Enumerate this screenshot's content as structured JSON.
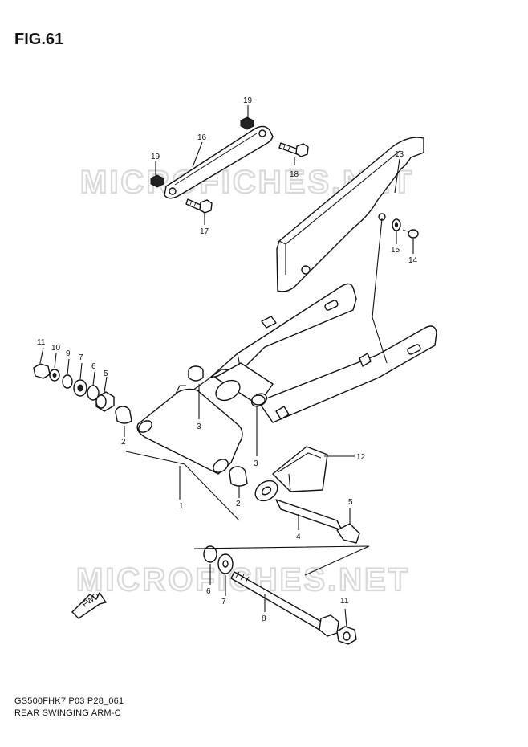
{
  "figure": {
    "title": "FIG.61",
    "code": "GS500FHK7 P03 P28_061",
    "name": "REAR SWINGING ARM-C"
  },
  "watermark": {
    "text": "MICROFICHES.NET"
  },
  "fwd_marker": {
    "text": "FWD"
  },
  "callouts": [
    {
      "id": "c1",
      "label": "1"
    },
    {
      "id": "c2a",
      "label": "2"
    },
    {
      "id": "c2b",
      "label": "2"
    },
    {
      "id": "c3a",
      "label": "3"
    },
    {
      "id": "c3b",
      "label": "3"
    },
    {
      "id": "c4",
      "label": "4"
    },
    {
      "id": "c5a",
      "label": "5"
    },
    {
      "id": "c5b",
      "label": "5"
    },
    {
      "id": "c6a",
      "label": "6"
    },
    {
      "id": "c6b",
      "label": "6"
    },
    {
      "id": "c7a",
      "label": "7"
    },
    {
      "id": "c7b",
      "label": "7"
    },
    {
      "id": "c8",
      "label": "8"
    },
    {
      "id": "c9",
      "label": "9"
    },
    {
      "id": "c10",
      "label": "10"
    },
    {
      "id": "c11a",
      "label": "11"
    },
    {
      "id": "c11b",
      "label": "11"
    },
    {
      "id": "c12",
      "label": "12"
    },
    {
      "id": "c13",
      "label": "13"
    },
    {
      "id": "c14",
      "label": "14"
    },
    {
      "id": "c15",
      "label": "15"
    },
    {
      "id": "c16",
      "label": "16"
    },
    {
      "id": "c17",
      "label": "17"
    },
    {
      "id": "c18",
      "label": "18"
    },
    {
      "id": "c19a",
      "label": "19"
    },
    {
      "id": "c19b",
      "label": "19"
    }
  ],
  "colors": {
    "line": "#111111",
    "watermark": "#d9d9d9",
    "background": "#ffffff"
  }
}
